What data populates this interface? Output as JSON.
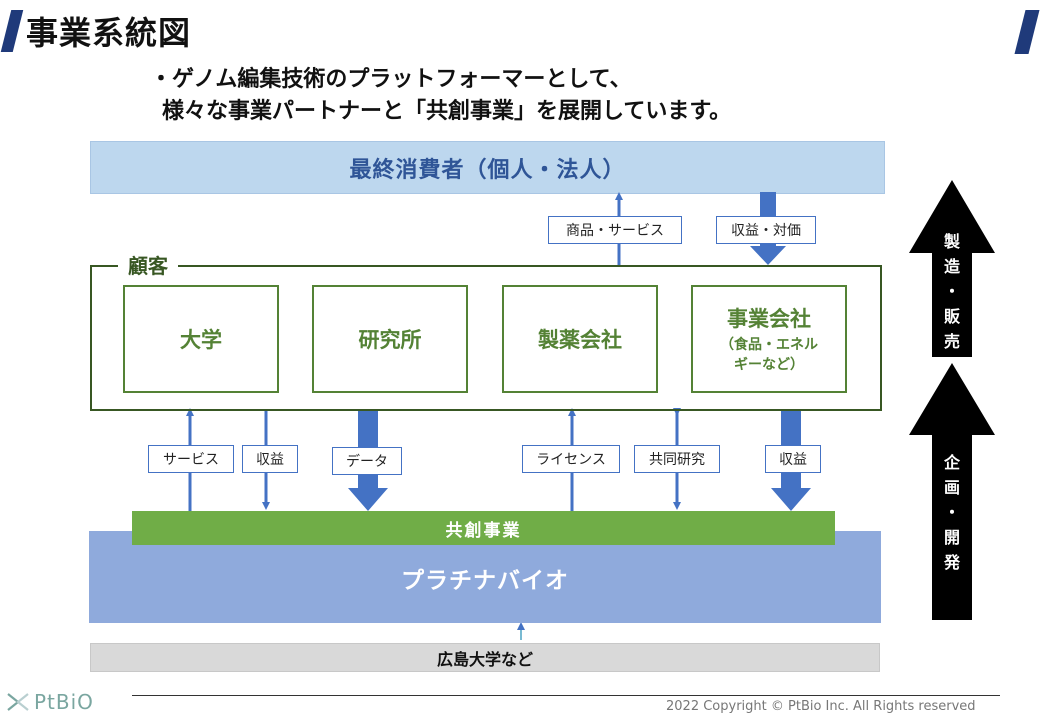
{
  "header": {
    "title": "事業系統図",
    "subtitle_line1": "・ゲノム編集技術のプラットフォーマーとして、",
    "subtitle_line2": "様々な事業パートナーと「共創事業」を展開しています。"
  },
  "consumer": {
    "label": "最終消費者（個人・法人）"
  },
  "consumer_flows": {
    "product_service": "商品・サービス",
    "revenue_price": "収益・対価"
  },
  "customers": {
    "label": "顧客",
    "items": [
      {
        "main": "大学",
        "sub": ""
      },
      {
        "main": "研究所",
        "sub": ""
      },
      {
        "main": "製薬会社",
        "sub": ""
      },
      {
        "main": "事業会社",
        "sub": "（食品・エネル\nギーなど）"
      }
    ]
  },
  "flows": {
    "service": "サービス",
    "revenue1": "収益",
    "data": "データ",
    "license": "ライセンス",
    "joint_research": "共同研究",
    "revenue2": "収益"
  },
  "kyoso": {
    "label": "共創事業"
  },
  "platina": {
    "label": "プラチナバイオ"
  },
  "hiroshima": {
    "label": "広島大学など"
  },
  "side_arrows": {
    "upper": [
      "製",
      "造",
      "・",
      "販",
      "売"
    ],
    "lower": [
      "企",
      "画",
      "・",
      "開",
      "発"
    ]
  },
  "footer": {
    "logo_text": "PtBiO",
    "copyright": "2022 Copyright © PtBio Inc. All Rights reserved"
  },
  "colors": {
    "navy": "#1F3A7A",
    "consumer_bg": "#BDD7EE",
    "green": "#548235",
    "kyoso_green": "#70AD47",
    "platina_blue": "#8FAADC",
    "arrow_blue": "#4472C4"
  }
}
